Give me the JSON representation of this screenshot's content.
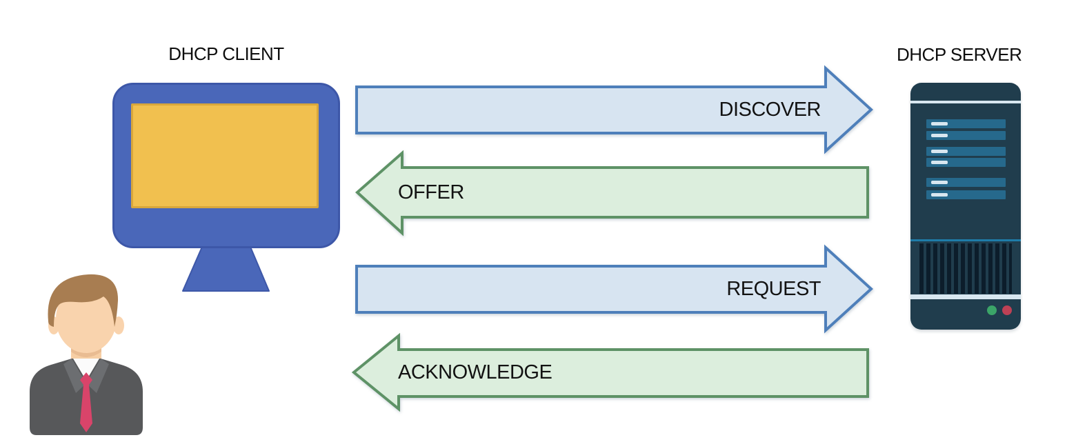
{
  "client": {
    "label": "DHCP CLIENT"
  },
  "server": {
    "label": "DHCP SERVER"
  },
  "messages": [
    {
      "label": "DISCOVER",
      "direction": "client-to-server",
      "style": "blue"
    },
    {
      "label": "OFFER",
      "direction": "server-to-client",
      "style": "green"
    },
    {
      "label": "REQUEST",
      "direction": "client-to-server",
      "style": "blue"
    },
    {
      "label": "ACKNOWLEDGE",
      "direction": "server-to-client",
      "style": "green"
    }
  ],
  "colors": {
    "arrow_blue_fill": "#d7e4f1",
    "arrow_blue_border": "#4e7fba",
    "arrow_green_fill": "#dceedd",
    "arrow_green_border": "#5e9266",
    "monitor_frame": "#4a67b9",
    "monitor_screen": "#f1c04f",
    "server_body": "#203d4d",
    "server_slot": "#26698c",
    "server_led_green": "#3ba568",
    "server_led_red": "#be4155",
    "person_tie": "#d9446a"
  }
}
